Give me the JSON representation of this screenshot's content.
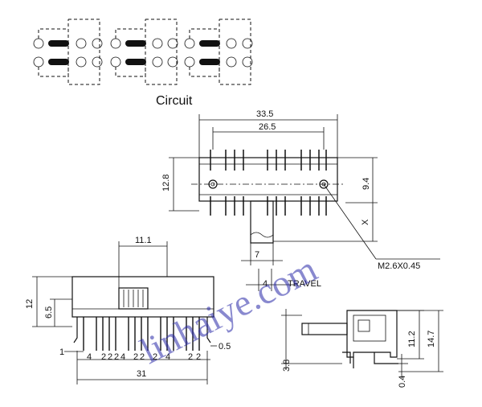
{
  "circuit_label": "Circuit",
  "watermark": "linhaiye.com",
  "top_view": {
    "width_overall": "33.5",
    "pin_span": "26.5",
    "height_left": "12.8",
    "height_right": "9.4",
    "x_label": "X",
    "actuator_width": "7",
    "travel_value": "4",
    "travel_label": "TRAVEL",
    "screw_label": "M2.6X0.45"
  },
  "front_view": {
    "actuator_offset": "11.1",
    "height_total": "12",
    "height_body": "6.5",
    "pin_thickness": "0.5",
    "left_offset": "1",
    "pitch_labels": [
      "4",
      "2",
      "2",
      "2",
      "4",
      "2",
      "2",
      "2",
      "4",
      "2",
      "2"
    ],
    "length": "31"
  },
  "side_view": {
    "height_inner": "11.2",
    "height_overall": "14.7",
    "bottom_offset": "3.8",
    "bottom_thickness": "0.4"
  }
}
